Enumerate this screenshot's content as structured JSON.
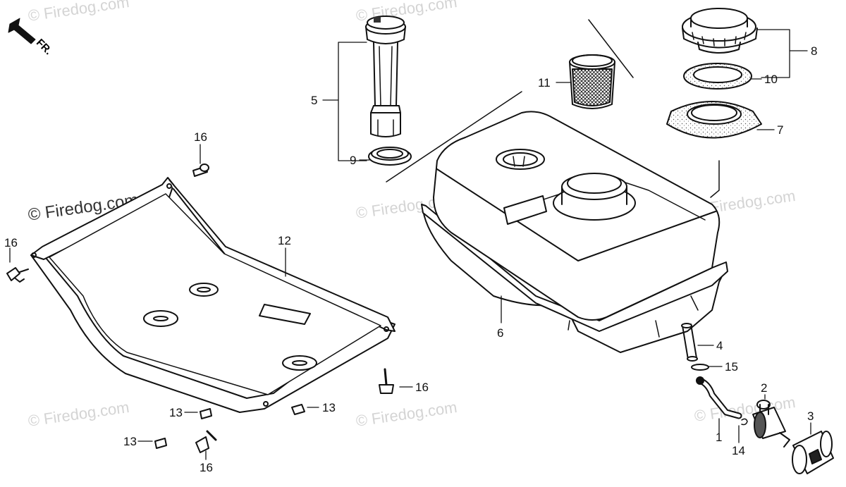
{
  "diagram": {
    "direction_label": "FR.",
    "watermark_text": "© Firedog.com",
    "watermark_color_light": "#d4d4d4",
    "watermark_color_dark": "#333333",
    "line_color": "#111111",
    "callouts": {
      "c1": "1",
      "c2": "2",
      "c3": "3",
      "c4": "4",
      "c5": "5",
      "c6": "6",
      "c7": "7",
      "c8": "8",
      "c9": "9",
      "c10": "10",
      "c11": "11",
      "c12": "12",
      "c13a": "13",
      "c13b": "13",
      "c13c": "13",
      "c14": "14",
      "c15": "15",
      "c16a": "16",
      "c16b": "16",
      "c16c": "16",
      "c16d": "16"
    },
    "parts": [
      "fuel-gauge",
      "gauge-gasket",
      "fuel-tank",
      "fuel-strainer",
      "tank-cap",
      "cap-gasket",
      "filler-seal",
      "skid-plate",
      "bolts",
      "nuts",
      "fuel-joint",
      "fuel-hose",
      "fuel-valve",
      "fuel-cock-knob"
    ]
  }
}
